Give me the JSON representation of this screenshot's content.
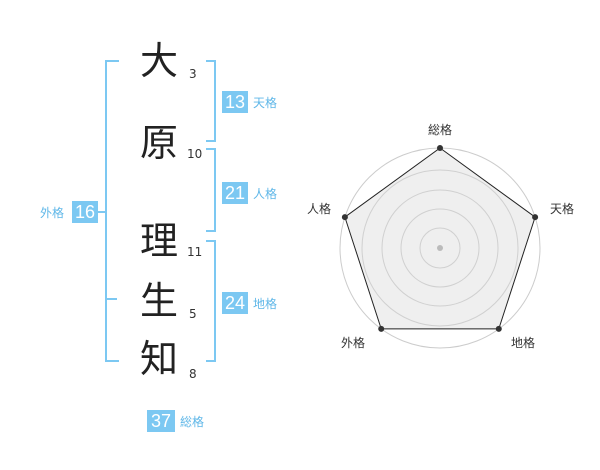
{
  "name": {
    "chars": [
      {
        "char": "大",
        "strokes": "3"
      },
      {
        "char": "原",
        "strokes": "10"
      },
      {
        "char": "理",
        "strokes": "11"
      },
      {
        "char": "生",
        "strokes": "5"
      },
      {
        "char": "知",
        "strokes": "8"
      }
    ]
  },
  "kaku": {
    "tenkaku": {
      "value": "13",
      "label": "天格"
    },
    "jinkaku": {
      "value": "21",
      "label": "人格"
    },
    "chikaku": {
      "value": "24",
      "label": "地格"
    },
    "gaikaku": {
      "value": "16",
      "label": "外格"
    },
    "soukaku": {
      "value": "37",
      "label": "総格"
    }
  },
  "colors": {
    "accent": "#7cc8f2",
    "label": "#5fb7e8",
    "text": "#222222"
  },
  "chart_data": {
    "type": "radar",
    "axes": [
      "総格",
      "天格",
      "地格",
      "外格",
      "人格"
    ],
    "values": [
      5,
      5,
      5,
      5,
      5
    ],
    "rmax": 5,
    "rings": 5
  }
}
